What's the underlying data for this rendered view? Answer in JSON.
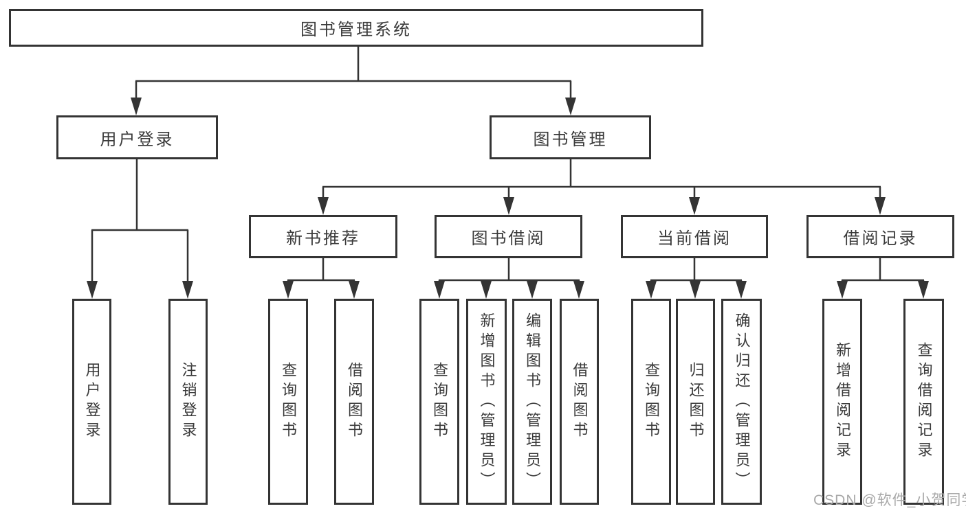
{
  "watermark": "CSDN @软件_小贺同学",
  "colors": {
    "line": "#343434",
    "text": "#3a3a3a",
    "watermark_text": "#a9a9a9",
    "background": "#ffffff"
  },
  "tree": {
    "root": {
      "label": "图书管理系统"
    },
    "branches": [
      {
        "label": "用户登录",
        "children": [
          {
            "label": "用户登录"
          },
          {
            "label": "注销登录"
          }
        ]
      },
      {
        "label": "图书管理",
        "children": [
          {
            "label": "新书推荐",
            "children": [
              {
                "label": "查询图书"
              },
              {
                "label": "借阅图书"
              }
            ]
          },
          {
            "label": "图书借阅",
            "children": [
              {
                "label": "查询图书"
              },
              {
                "label": "新增图书（管理员）"
              },
              {
                "label": "编辑图书（管理员）"
              },
              {
                "label": "借阅图书"
              }
            ]
          },
          {
            "label": "当前借阅",
            "children": [
              {
                "label": "查询图书"
              },
              {
                "label": "归还图书"
              },
              {
                "label": "确认归还（管理员）"
              }
            ]
          },
          {
            "label": "借阅记录",
            "children": [
              {
                "label": "新增借阅记录"
              },
              {
                "label": "查询借阅记录"
              }
            ]
          }
        ]
      }
    ]
  }
}
